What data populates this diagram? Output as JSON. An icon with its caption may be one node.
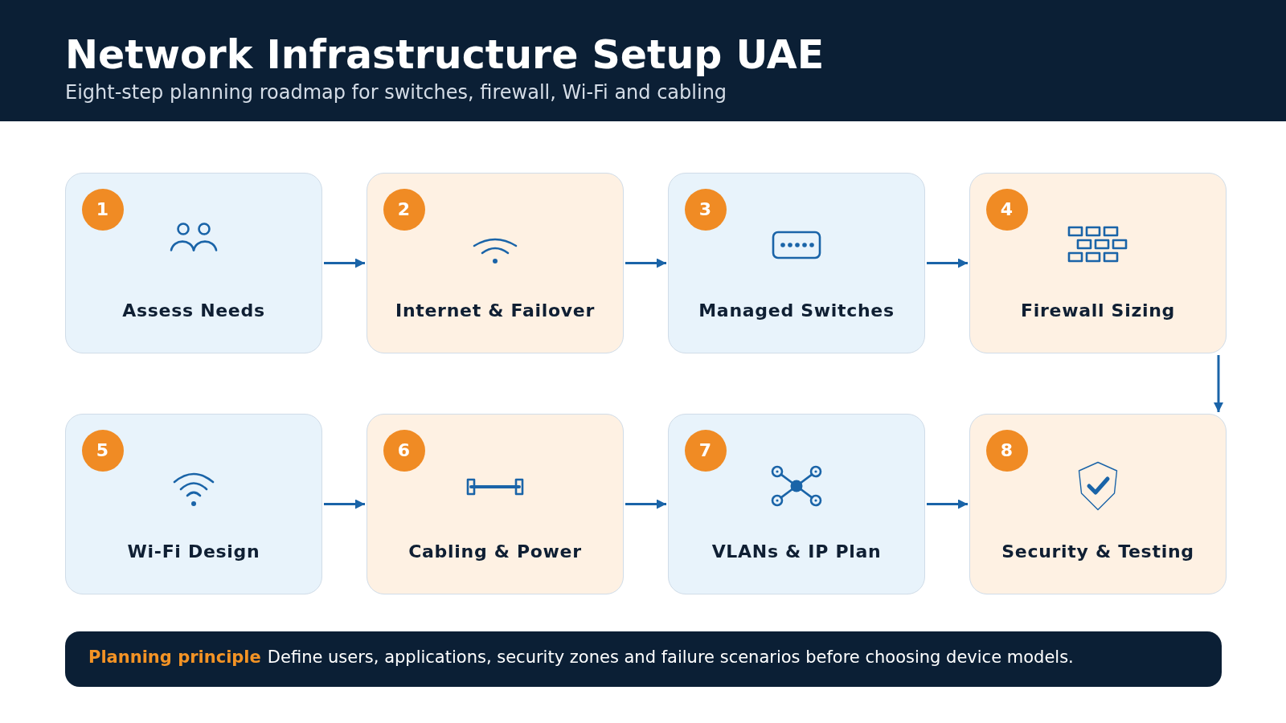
{
  "diagram": {
    "title": "Network Infrastructure Setup UAE",
    "nodes": [
      {
        "text": [
          "Assess Needs"
        ]
      },
      {
        "text": [
          "1"
        ],
        "in": 0
      },
      {
        "text": [
          "Internet & Failover"
        ]
      },
      {
        "text": [
          "2"
        ],
        "in": 2
      },
      {
        "text": [
          "Managed Switches"
        ]
      },
      {
        "text": [
          "3"
        ],
        "in": 4
      },
      {
        "text": [
          "Firewall Sizing"
        ]
      },
      {
        "text": [
          "4"
        ],
        "in": 6
      },
      {
        "text": [
          "Wi-Fi Design"
        ]
      },
      {
        "text": [
          "5"
        ],
        "in": 8
      },
      {
        "text": [
          "Cabling & Power"
        ]
      },
      {
        "text": [
          "6"
        ],
        "in": 10
      },
      {
        "text": [
          "VLANs & IP Plan"
        ]
      },
      {
        "text": [
          "7"
        ],
        "in": 12
      },
      {
        "text": [
          "Security & Testing"
        ]
      },
      {
        "text": [
          "8"
        ],
        "in": 14
      },
      {
        "text": [
          "Planning principle",
          "Define users, applications, security zones and failure scenarios before choosing device models."
        ]
      }
    ],
    "edges": [
      {
        "from": 0,
        "to": 2,
        "arrow": "to"
      },
      {
        "from": 2,
        "to": 4,
        "arrow": "to"
      },
      {
        "from": 4,
        "to": 6,
        "arrow": "to"
      },
      {
        "from": 6,
        "to": 14,
        "arrow": "to"
      },
      {
        "from": 8,
        "to": 10,
        "arrow": "to"
      },
      {
        "from": 10,
        "to": 12,
        "arrow": "to"
      },
      {
        "from": 12,
        "to": 14,
        "arrow": "to"
      }
    ],
    "labels": [
      "Eight-step planning roadmap for switches, firewall, Wi-Fi and cabling"
    ]
  }
}
